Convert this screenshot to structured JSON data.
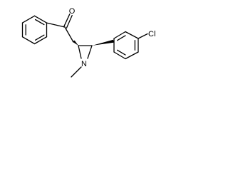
{
  "molecule": {
    "atoms": {
      "oxygen": "O",
      "nitrogen": "N",
      "chlorine": "Cl"
    },
    "colors": {
      "bond": "#000000",
      "background": "#ffffff"
    }
  }
}
